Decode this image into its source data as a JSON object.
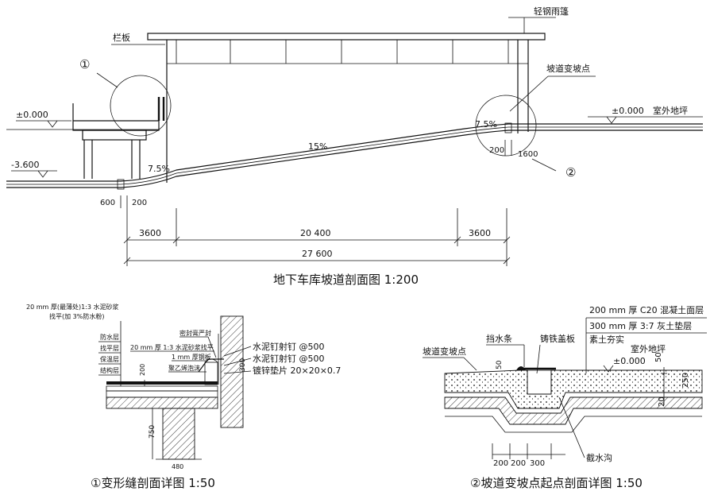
{
  "main_section": {
    "canopy": "轻钢雨篷",
    "fence": "栏板",
    "circle1": "①",
    "circle2": "②",
    "level_top_left": "±0.000",
    "level_bottom_left": "-3.600",
    "level_right": "±0.000",
    "outdoor_ground": "室外地坪",
    "slope_change_point": "坡道变坡点",
    "slope_left": "7.5%",
    "slope_middle": "15%",
    "slope_right": "7.5%",
    "dim_600": "600",
    "dim_200_left": "200",
    "dim_200_right": "200",
    "dim_1600": "1600",
    "dim_3600_left": "3600",
    "dim_20400": "20 400",
    "dim_3600_right": "3600",
    "dim_27600": "27 600",
    "title": "地下车库坡道剖面图 1:200"
  },
  "detail1": {
    "note_line1": "20 mm 厚(最薄处)1:3 水泥砂浆",
    "note_line2": "找平(加 3%防水粉)",
    "layers": [
      "防水层",
      "找平层",
      "保温层",
      "结构层"
    ],
    "seal": "密封膏严封",
    "mortar": "20 mm 厚 1:3 水泥砂浆找平",
    "steel": "1 mm 厚钢板",
    "foam": "聚乙烯泡沫",
    "nail1": "水泥钉射钉 @500",
    "nail2": "水泥钉射钉 @500",
    "washer": "镀锌垫片 20×20×0.7",
    "dim_200": "200",
    "dim_300": "300",
    "dim_750": "750",
    "dim_bottom": "480",
    "title": "①变形缝剖面详图 1:50"
  },
  "detail2": {
    "concrete": "200 mm 厚 C20 混凝土面层",
    "lime_soil": "300 mm 厚 3:7 灰土垫层",
    "rammed": "素土夯实",
    "waterstop": "挡水条",
    "cover": "铸铁盖板",
    "outdoor": "室外地坪",
    "level": "±0.000",
    "slope_change": "坡道变坡点",
    "dim_50_left": "50",
    "dim_50_right": "50",
    "dim_250": "250",
    "dim_20": "20",
    "dim_200_a": "200",
    "dim_200_b": "200",
    "dim_300": "300",
    "trench": "截水沟",
    "title": "②坡道变坡点起点剖面详图 1:50"
  }
}
